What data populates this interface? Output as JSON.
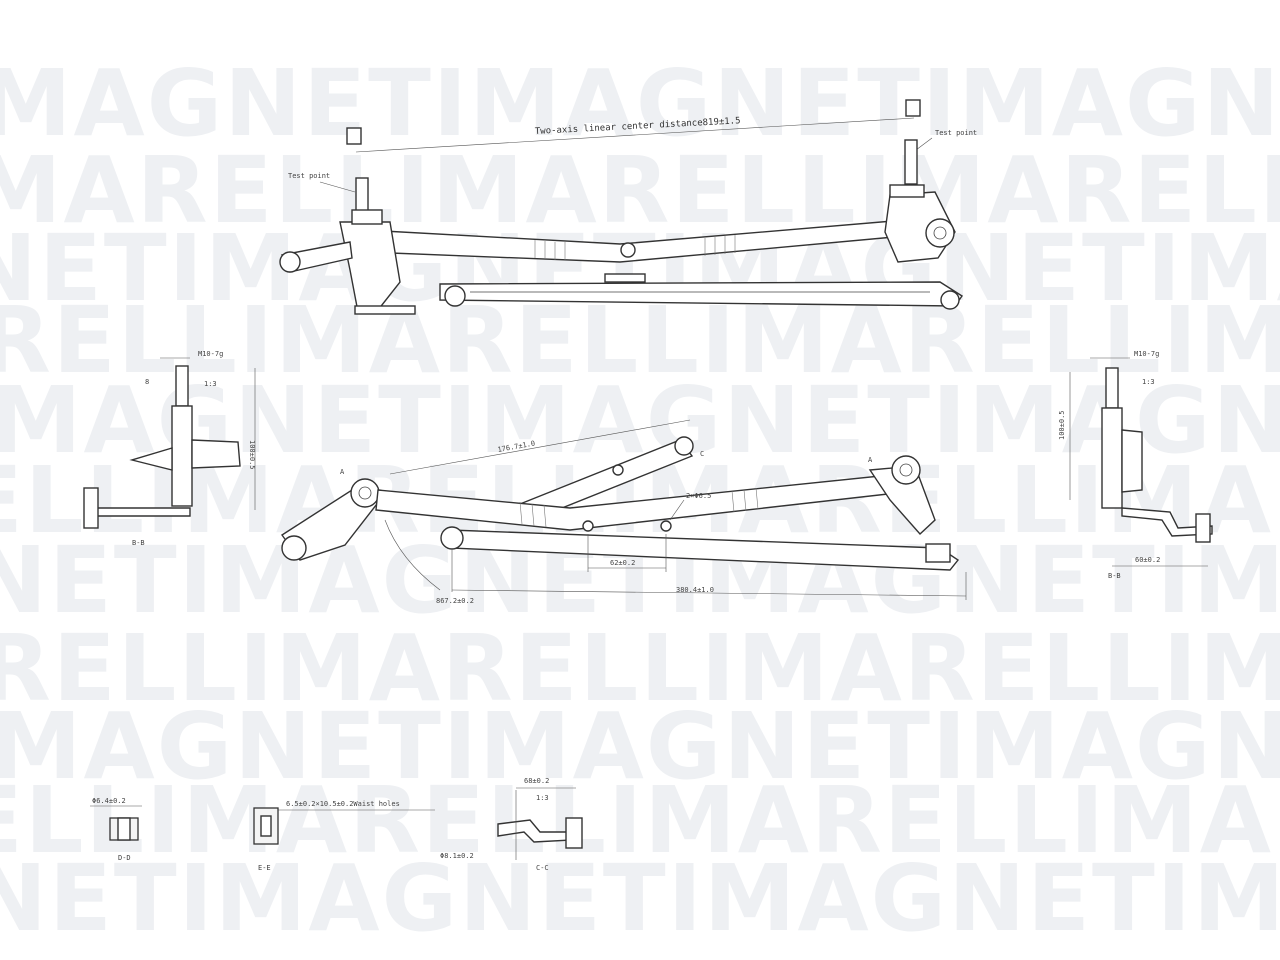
{
  "watermark": {
    "brand_rows": [
      "MAGNETIMAGNETIMAGNETIMAG",
      "MARELLIMARELLIMARELLIMARELLI",
      "NETIMAGNETIMAGNETIMAGNET",
      "RELLIMARELLIMARELLIMARELLI",
      "MAGNETIMAGNETIMAGNETIMAG",
      "ELLIMARELLIMARELLIMARELLI",
      "NETIMAGNETIMAGNETIMAGNE",
      "RELLIMARELLIMARELLIMAREL",
      "MAGNETIMAGNETIMAGNETIMAG",
      "ELLIMARELLIMARELLIMARELLI",
      "NETIMAGNETIMAGNETIMAG"
    ]
  },
  "top_view": {
    "center_distance": "Two-axis linear center distance819±1.5",
    "test_point_left": "Test point",
    "test_point_right": "Test point"
  },
  "section_b_left": {
    "thread": "M10-7g",
    "taper": "1:3",
    "height": "100±0.5",
    "small_dim": "8",
    "caption": "B-B"
  },
  "section_b_right": {
    "thread": "M10-7g",
    "taper": "1:3",
    "height": "100±0.5",
    "width": "60±0.2",
    "caption": "B-B"
  },
  "front_view": {
    "arm_length": "176.7±1.0",
    "holes": "2×Φ6.5",
    "hole_spacing": "62±0.2",
    "radius": "867.2±0.2",
    "overall_length": "380.4±1.0",
    "letter_a": "A",
    "letter_c": "C"
  },
  "detail_d": {
    "diameter": "Φ6.4±0.2",
    "caption": "D-D"
  },
  "detail_e": {
    "note": "6.5±0.2×10.5±0.2Waist holes",
    "caption": "E-E"
  },
  "detail_c": {
    "width": "68±0.2",
    "taper": "1:3",
    "diameter": "Φ8.1±0.2",
    "caption": "C-C"
  }
}
